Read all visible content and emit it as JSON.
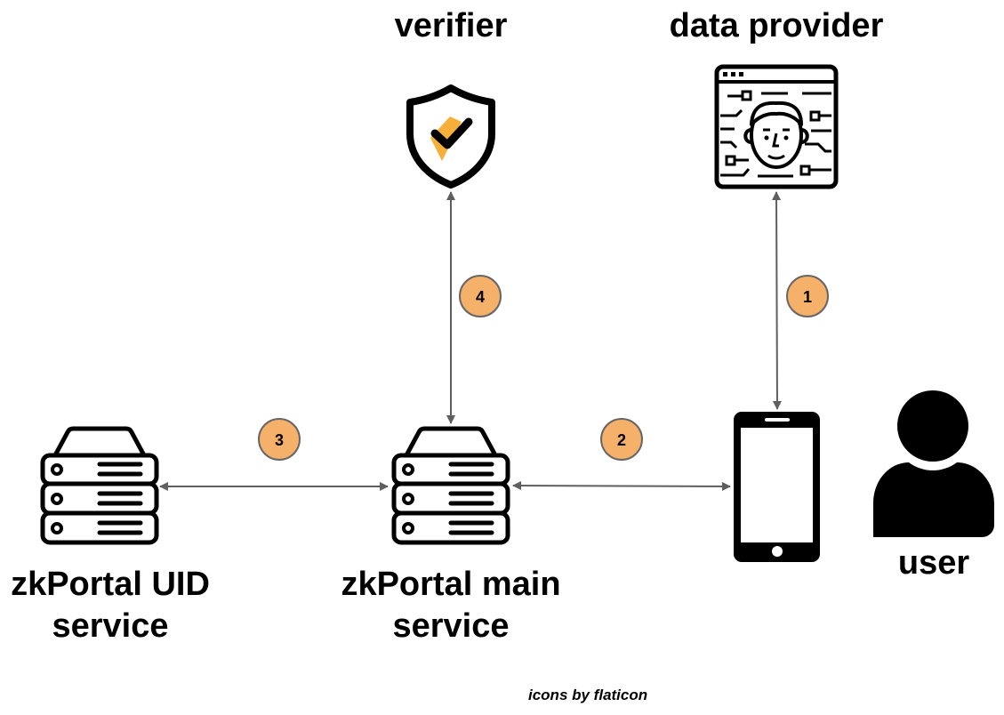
{
  "nodes": {
    "verifier": {
      "label": "verifier"
    },
    "data_provider": {
      "label": "data provider"
    },
    "uid_service": {
      "label_line1": "zkPortal UID",
      "label_line2": "service"
    },
    "main_service": {
      "label_line1": "zkPortal main",
      "label_line2": "service"
    },
    "user": {
      "label": "user"
    }
  },
  "steps": [
    {
      "number": "1",
      "from": "data provider",
      "to": "phone"
    },
    {
      "number": "2",
      "from": "zkPortal main service",
      "to": "phone"
    },
    {
      "number": "3",
      "from": "zkPortal UID service",
      "to": "zkPortal main service"
    },
    {
      "number": "4",
      "from": "verifier",
      "to": "zkPortal main service"
    }
  ],
  "credit": "icons by flaticon",
  "icons": [
    "shield-check-icon",
    "face-recognition-icon",
    "server-icon",
    "server-icon",
    "smartphone-icon",
    "user-icon"
  ],
  "colors": {
    "badge_fill": "#f5b06a",
    "badge_stroke": "#666666",
    "arrow": "#5f5f5f",
    "check_accent": "#f5a623"
  }
}
